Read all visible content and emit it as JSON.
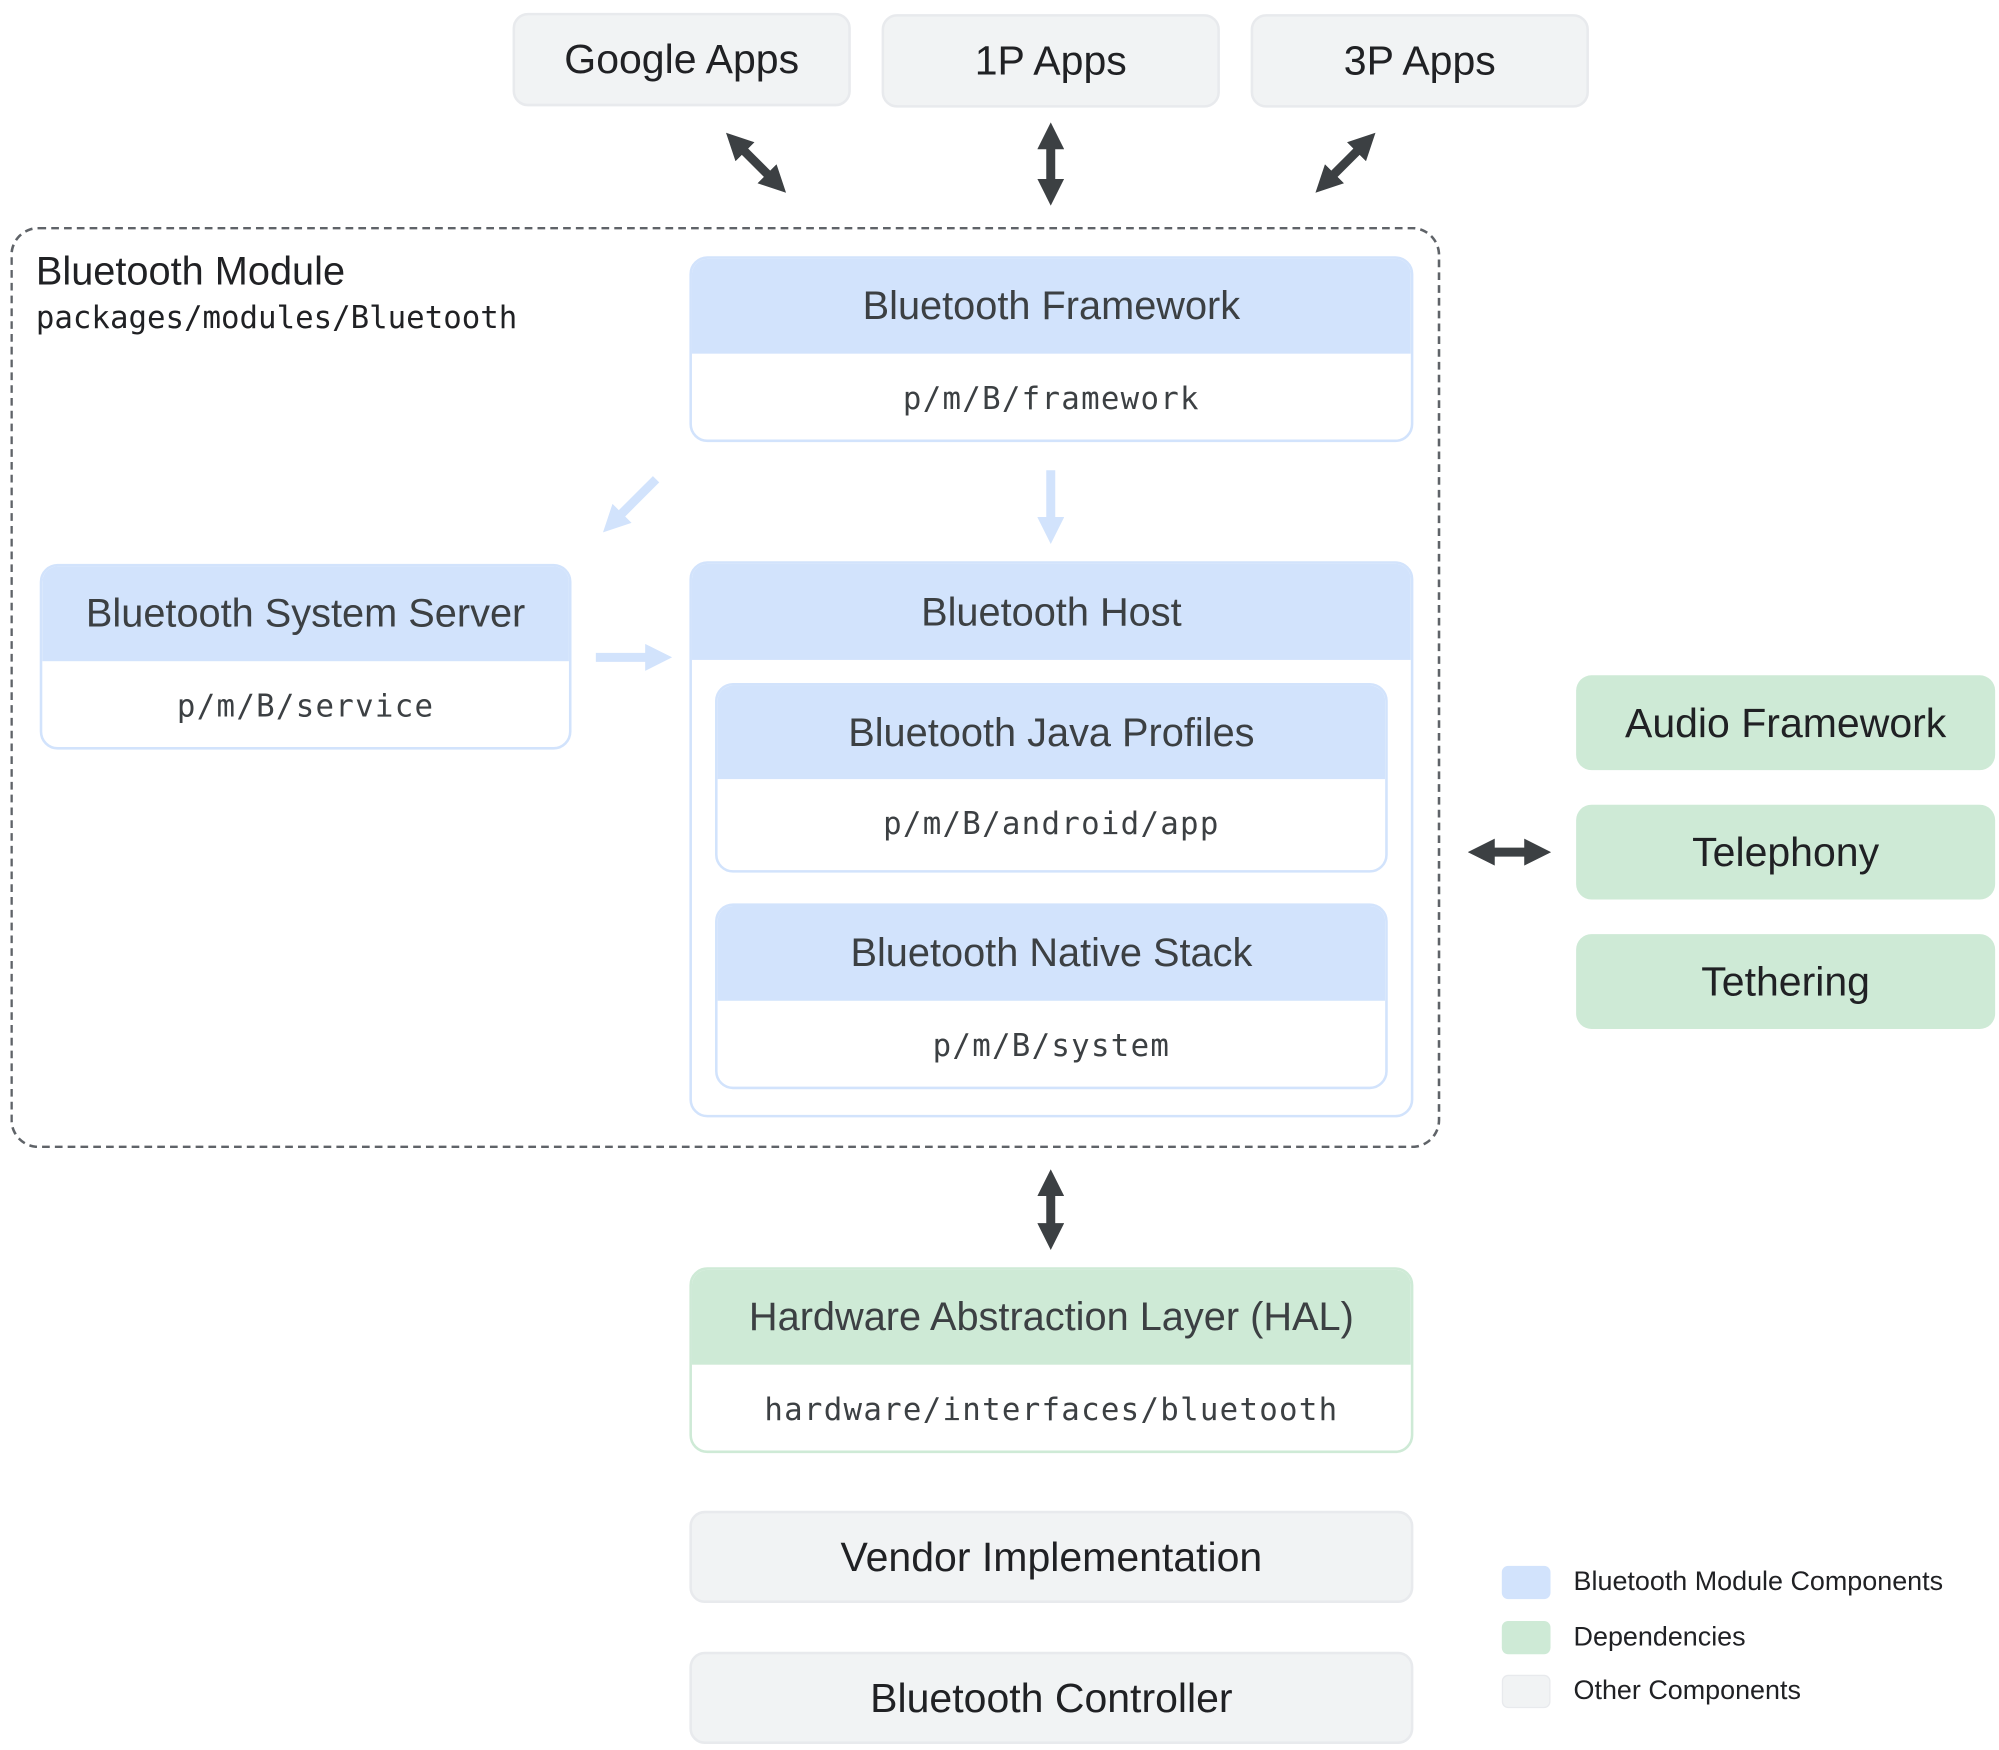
{
  "apps": [
    "Google Apps",
    "1P Apps",
    "3P Apps"
  ],
  "module": {
    "title": "Bluetooth Module",
    "path": "packages/modules/Bluetooth"
  },
  "framework": {
    "title": "Bluetooth Framework",
    "path": "p/m/B/framework"
  },
  "system_server": {
    "title": "Bluetooth System Server",
    "path": "p/m/B/service"
  },
  "host": {
    "title": "Bluetooth Host"
  },
  "java_profiles": {
    "title": "Bluetooth Java Profiles",
    "path": "p/m/B/android/app"
  },
  "native_stack": {
    "title": "Bluetooth Native Stack",
    "path": "p/m/B/system"
  },
  "dependencies": [
    "Audio Framework",
    "Telephony",
    "Tethering"
  ],
  "hal": {
    "title": "Hardware Abstraction Layer (HAL)",
    "path": "hardware/interfaces/bluetooth"
  },
  "vendor": "Vendor Implementation",
  "controller": "Bluetooth Controller",
  "legend": [
    {
      "label": "Bluetooth Module Components",
      "color": "#d2e3fc"
    },
    {
      "label": "Dependencies",
      "color": "#ceead6"
    },
    {
      "label": "Other Components",
      "color": "#f1f3f4"
    }
  ],
  "colors": {
    "module_blue": "#d2e3fc",
    "dependency_green": "#ceead6",
    "other_grey": "#f1f3f4",
    "arrow_dark": "#3c4043",
    "arrow_light": "#d2e3fc"
  }
}
